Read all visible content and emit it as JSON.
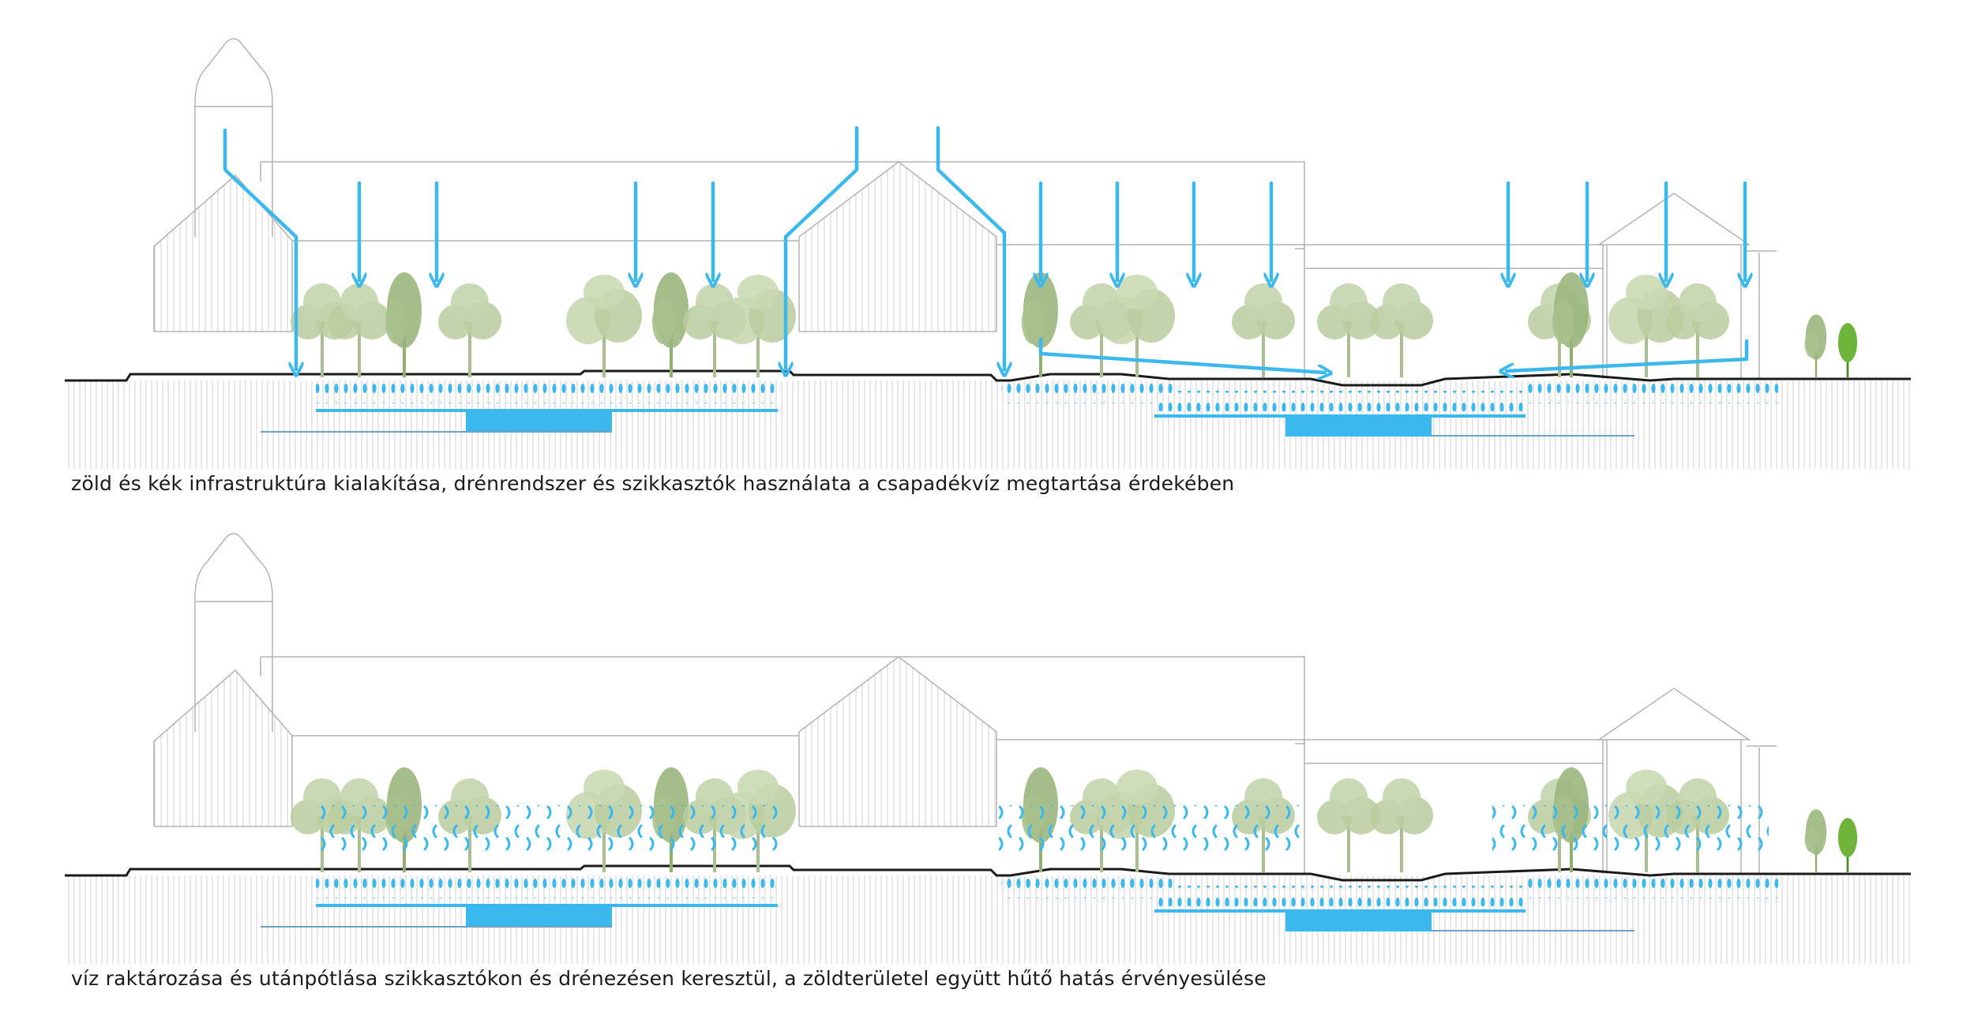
{
  "captions": {
    "top": "zöld és kék infrastruktúra kialakítása, drénrendszer és szikkasztók használata a csapadékvíz megtartása érdekében",
    "bottom": "víz raktározása és utánpótlása szikkasztókon és drénezésen keresztül, a zöldterületel együtt  hűtő hatás érvényesülése"
  },
  "colors": {
    "water": "#3bb8ee",
    "tree_light": "#b8cc9e",
    "tree_mid": "#9bb67d",
    "tree_bright": "#6fb43a",
    "outline": "#b3b3b3",
    "ground_line": "#1a1a1a",
    "hatch": "#cfcfcf"
  },
  "panels": [
    {
      "id": "retention",
      "shows_rain_arrows": true,
      "shows_evaporation": false
    },
    {
      "id": "cooling",
      "shows_rain_arrows": false,
      "shows_evaporation": true
    }
  ]
}
